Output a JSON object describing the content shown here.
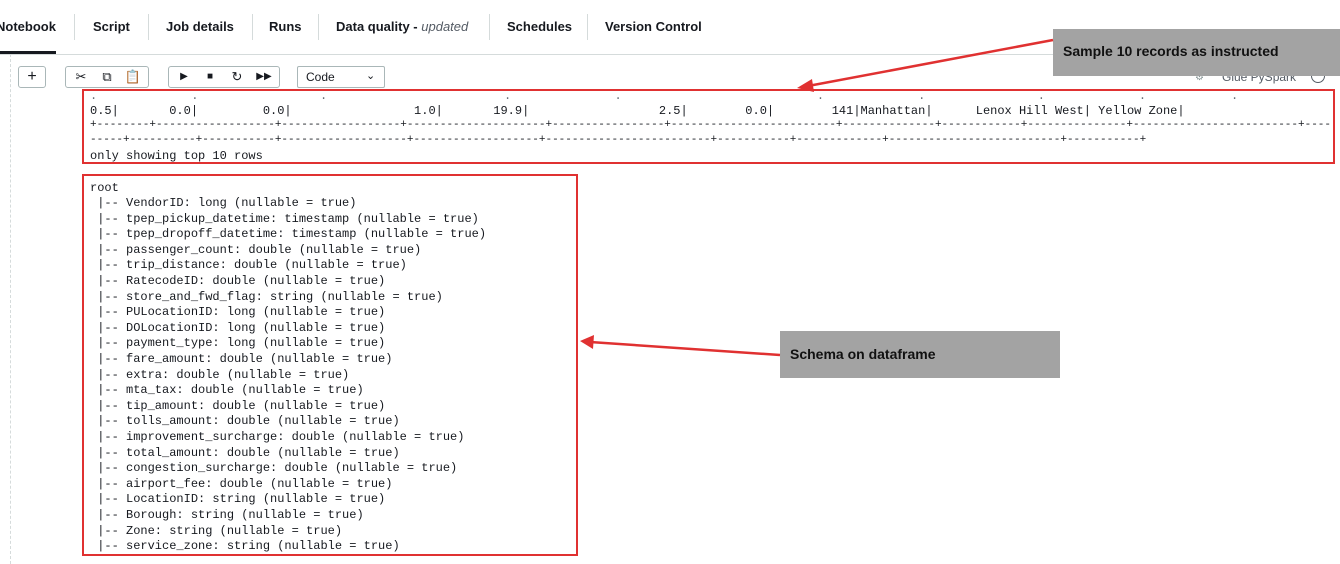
{
  "tabs": [
    {
      "label": "Notebook"
    },
    {
      "label": "Script"
    },
    {
      "label": "Job details"
    },
    {
      "label": "Runs"
    },
    {
      "label": "Data quality - ",
      "suffix": "updated"
    },
    {
      "label": "Schedules"
    },
    {
      "label": "Version Control"
    }
  ],
  "toolbar": {
    "add": "+",
    "cell_type": "Code",
    "kernel": "Glue PySpark"
  },
  "table_output": {
    "row": "0.5|       0.0|         0.0|                 1.0|       19.9|                  2.5|        0.0|        141|Manhattan|      Lenox Hill West| Yellow Zone|",
    "separator1": "+--------+------------------+------------------+---------------------+-----------------+-------------------------+--------------+------------+---------------+-------------------------+-----------+------+",
    "separator2": "-----+----------+-----------+-------------------+-------------------+-------------------------+-----------+-------------+--------------------------+-----------+",
    "footer": "only showing top 10 rows"
  },
  "schema": {
    "root": "root",
    "lines": [
      " |-- VendorID: long (nullable = true)",
      " |-- tpep_pickup_datetime: timestamp (nullable = true)",
      " |-- tpep_dropoff_datetime: timestamp (nullable = true)",
      " |-- passenger_count: double (nullable = true)",
      " |-- trip_distance: double (nullable = true)",
      " |-- RatecodeID: double (nullable = true)",
      " |-- store_and_fwd_flag: string (nullable = true)",
      " |-- PULocationID: long (nullable = true)",
      " |-- DOLocationID: long (nullable = true)",
      " |-- payment_type: long (nullable = true)",
      " |-- fare_amount: double (nullable = true)",
      " |-- extra: double (nullable = true)",
      " |-- mta_tax: double (nullable = true)",
      " |-- tip_amount: double (nullable = true)",
      " |-- tolls_amount: double (nullable = true)",
      " |-- improvement_surcharge: double (nullable = true)",
      " |-- total_amount: double (nullable = true)",
      " |-- congestion_surcharge: double (nullable = true)",
      " |-- airport_fee: double (nullable = true)",
      " |-- LocationID: string (nullable = true)",
      " |-- Borough: string (nullable = true)",
      " |-- Zone: string (nullable = true)",
      " |-- service_zone: string (nullable = true)"
    ]
  },
  "callouts": {
    "sample": "Sample 10 records as instructed",
    "schema": "Schema on dataframe"
  },
  "colors": {
    "annotation_red": "#e03131",
    "callout_gray": "#a3a3a3"
  }
}
